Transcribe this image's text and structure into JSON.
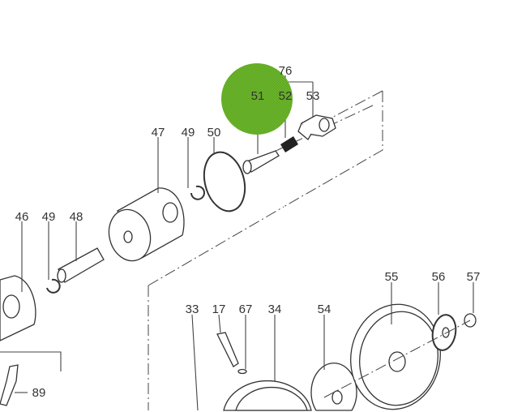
{
  "diagram": {
    "title": "Exploded parts view",
    "marker_color": "#5aa51c",
    "callouts": [
      {
        "id": "76",
        "label": "76"
      },
      {
        "id": "51",
        "label": "51"
      },
      {
        "id": "52",
        "label": "52"
      },
      {
        "id": "53",
        "label": "53"
      },
      {
        "id": "47",
        "label": "47"
      },
      {
        "id": "49a",
        "label": "49"
      },
      {
        "id": "50",
        "label": "50"
      },
      {
        "id": "46",
        "label": "46"
      },
      {
        "id": "49b",
        "label": "49"
      },
      {
        "id": "48",
        "label": "48"
      },
      {
        "id": "55",
        "label": "55"
      },
      {
        "id": "56",
        "label": "56"
      },
      {
        "id": "57",
        "label": "57"
      },
      {
        "id": "33",
        "label": "33"
      },
      {
        "id": "17",
        "label": "17"
      },
      {
        "id": "67",
        "label": "67"
      },
      {
        "id": "34",
        "label": "34"
      },
      {
        "id": "54",
        "label": "54"
      },
      {
        "id": "89",
        "label": "89"
      }
    ]
  }
}
